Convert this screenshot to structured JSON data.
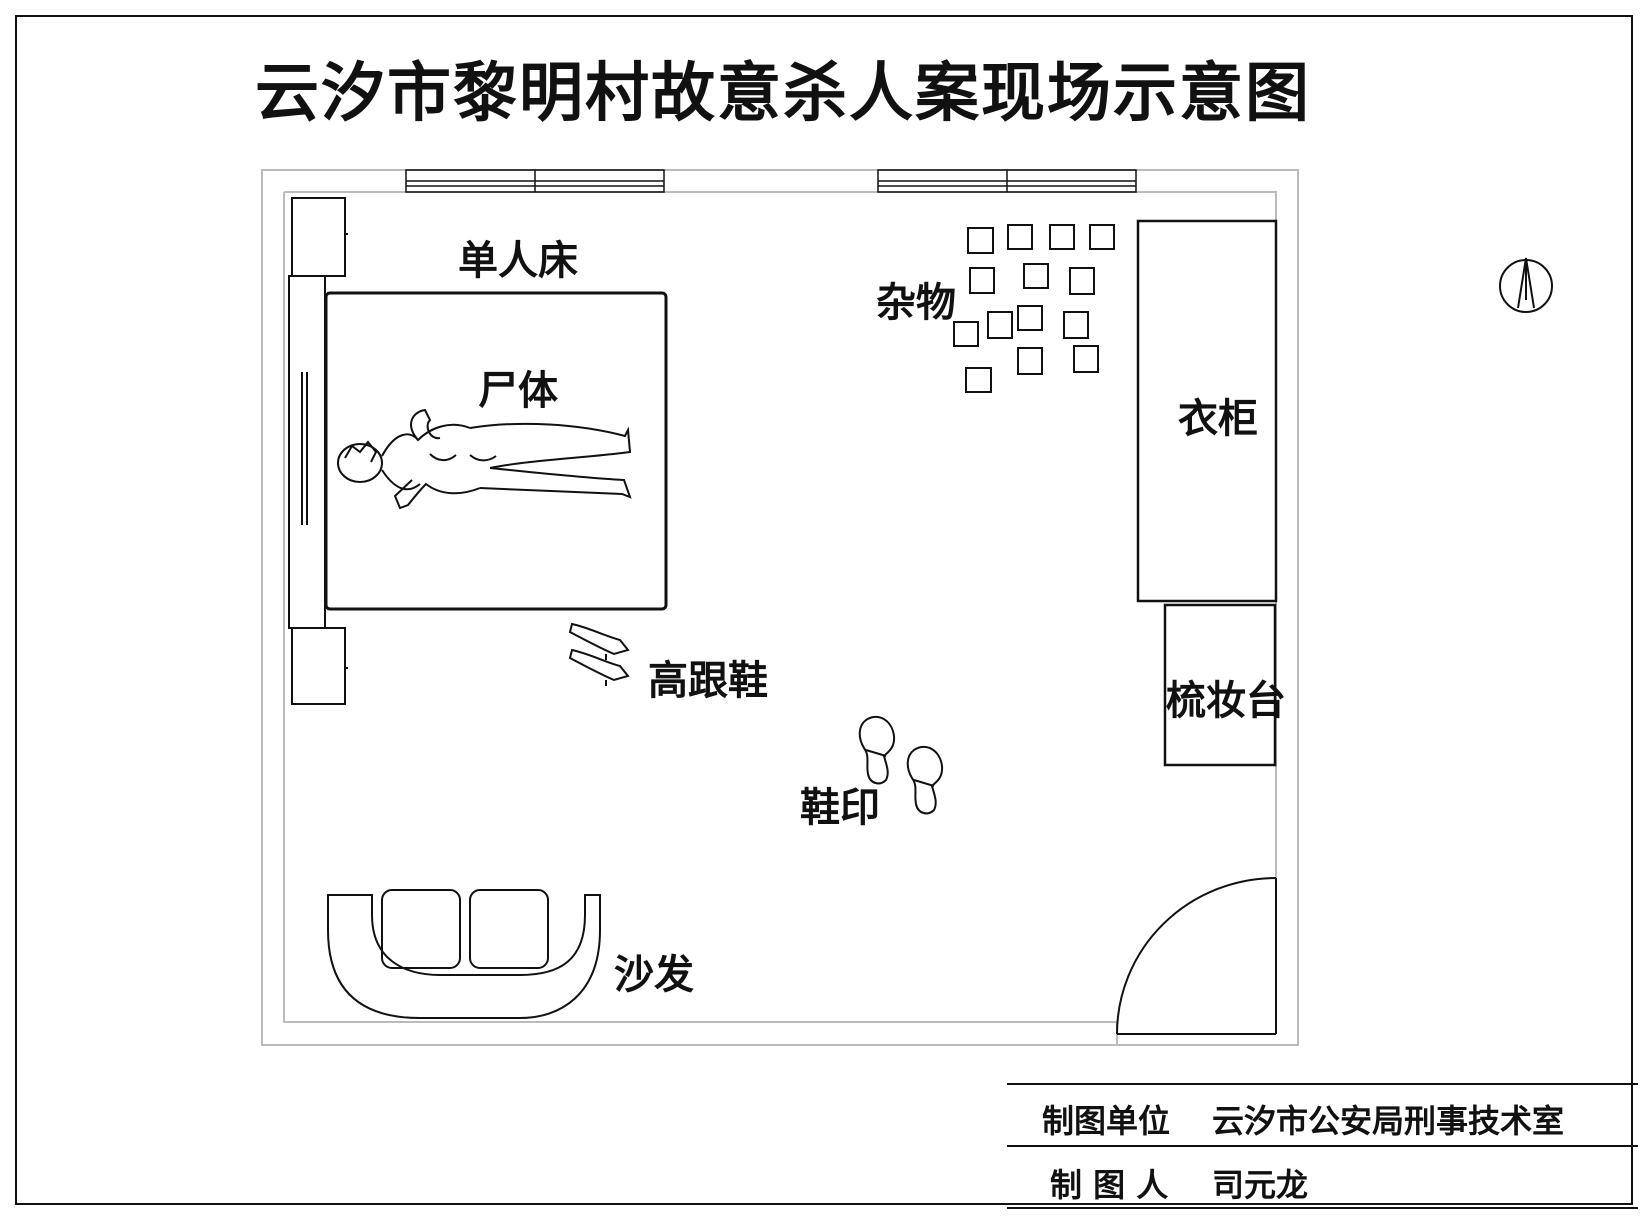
{
  "title": "云汐市黎明村故意杀人案现场示意图",
  "labels": {
    "bed": "单人床",
    "body": "尸体",
    "clutter": "杂物",
    "wardrobe": "衣柜",
    "dresser": "梳妆台",
    "heels": "高跟鞋",
    "footprints": "鞋印",
    "sofa": "沙发"
  },
  "title_block": {
    "unit_label": "制图单位",
    "unit_value": "云汐市公安局刑事技术室",
    "author_label": "制 图 人",
    "author_value": "司元龙"
  },
  "colors": {
    "line": "#111111",
    "wall": "#bbbbbb"
  }
}
